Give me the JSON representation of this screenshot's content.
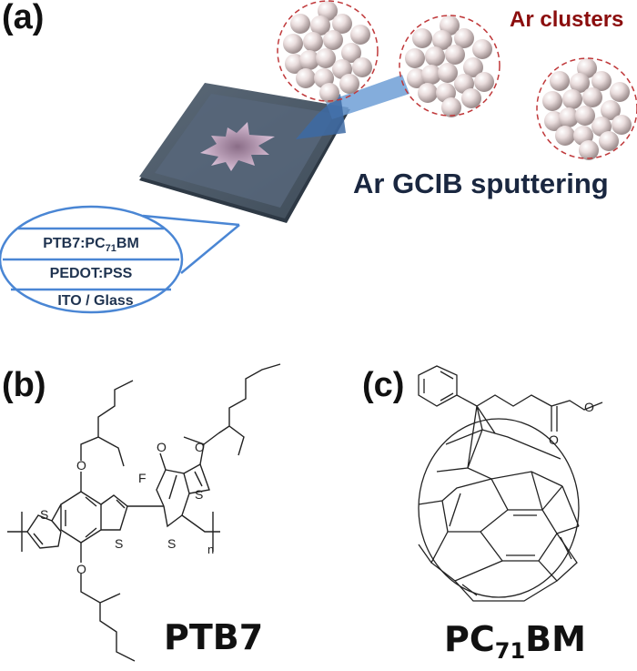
{
  "panels": {
    "a": {
      "label": "(a)",
      "ar_clusters_label": "Ar clusters",
      "process_label": "Ar GCIB sputtering",
      "layers": [
        {
          "main": "PTB7:PC",
          "sub": "71",
          "tail": "BM"
        },
        {
          "main": "PEDOT:PSS"
        },
        {
          "main": "ITO / Glass"
        }
      ],
      "colors": {
        "substrate": "#4a5866",
        "beam": "#6f9fd6",
        "cluster_outline": "#c0393b",
        "sphere": "#e8d9d9",
        "callout": "#4a86d4",
        "ar_clusters_text": "#8b0d0d",
        "process_text": "#1a2740"
      }
    },
    "b": {
      "label": "(b)",
      "name": "PTB7",
      "atoms": {
        "S": "S",
        "O": "O",
        "F": "F",
        "n": "n"
      }
    },
    "c": {
      "label": "(c)",
      "name_main": "PC",
      "name_sub": "71",
      "name_tail": "BM",
      "atoms": {
        "O": "O"
      }
    }
  }
}
